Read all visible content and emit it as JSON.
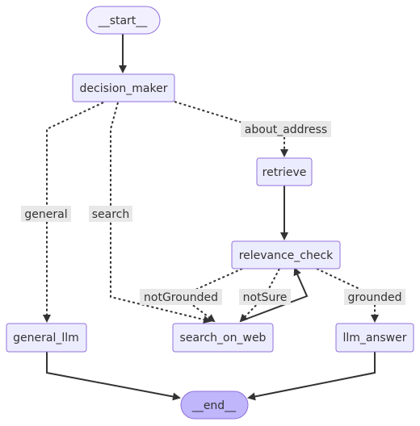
{
  "colors": {
    "node_fill": "#ECECFF",
    "node_border": "#9370DB",
    "terminal_end_fill": "#BFB6FC",
    "start_fill": "#F2F0FF",
    "edge": "#333333",
    "edge_label_bg": "#E8E8E8"
  },
  "nodes": {
    "start": "__start__",
    "decision_maker": "decision_maker",
    "retrieve": "retrieve",
    "relevance_check": "relevance_check",
    "general_llm": "general_llm",
    "search_on_web": "search_on_web",
    "llm_answer": "llm_answer",
    "end": "__end__"
  },
  "edge_labels": {
    "about_address": "about_address",
    "general": "general",
    "search": "search",
    "notGrounded": "notGrounded",
    "notSure": "notSure",
    "grounded": "grounded"
  }
}
